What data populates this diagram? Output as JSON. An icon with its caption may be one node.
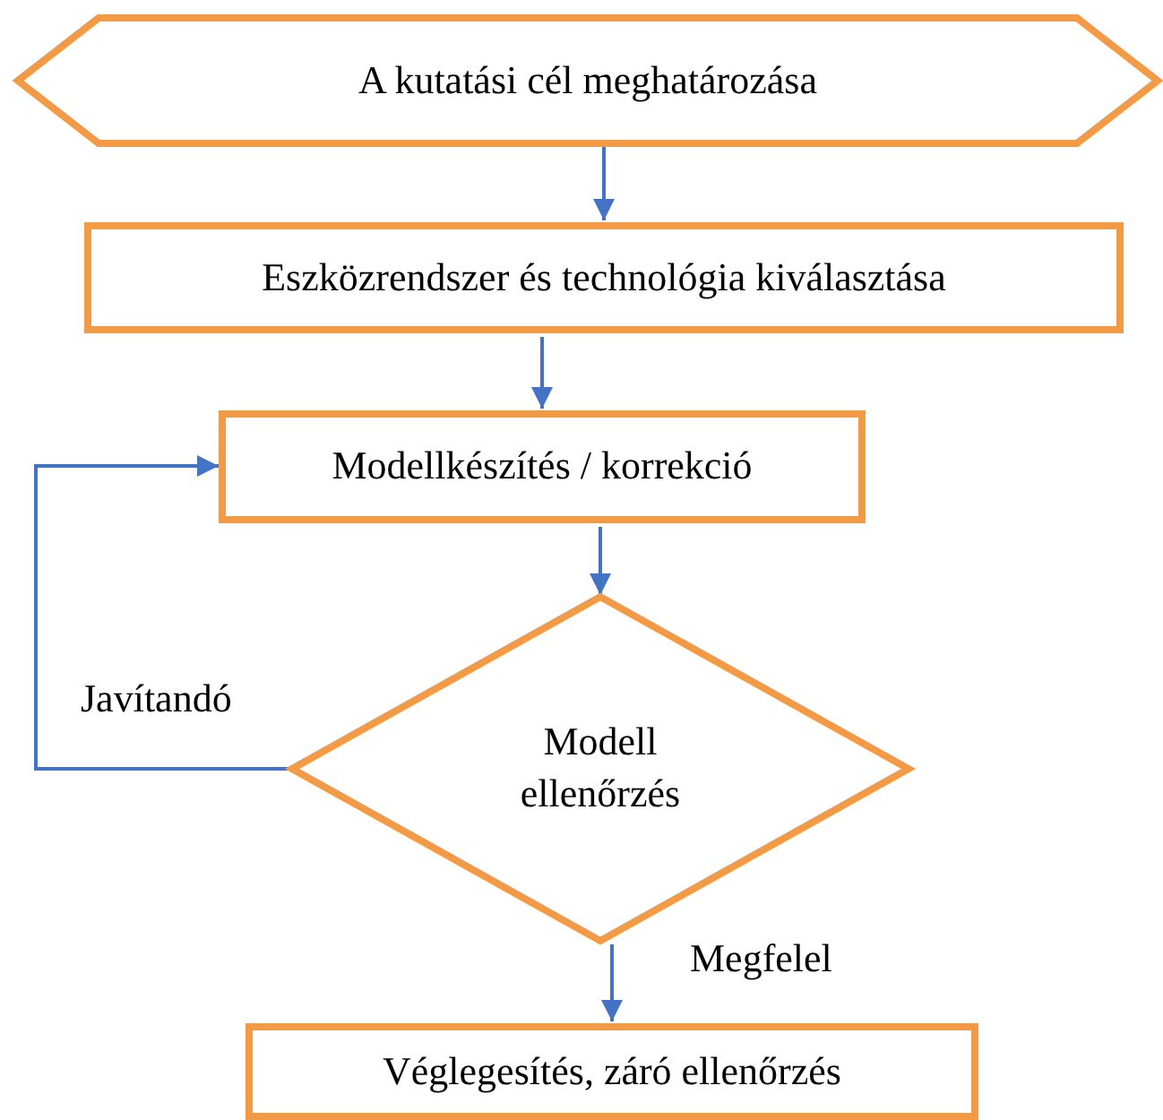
{
  "diagram": {
    "nodes": [
      {
        "text": [
          "A kutatási cél meghatározása"
        ]
      },
      {
        "text": [
          "Eszközrendszer és technológia kiválasztása"
        ]
      },
      {
        "text": [
          "Modellkészítés / korrekció"
        ]
      },
      {
        "text": [
          "Modell ellenőrzés"
        ]
      },
      {
        "text": [
          "Véglegesítés, záró ellenőrzés"
        ]
      }
    ],
    "edges": [
      {
        "from": 0,
        "to": 1,
        "arrow": "to"
      },
      {
        "from": 1,
        "to": 2,
        "arrow": "to"
      },
      {
        "from": 2,
        "to": 3,
        "arrow": "to"
      },
      {
        "from": 3,
        "to": 2,
        "arrow": "to",
        "label": "Javítandó"
      },
      {
        "from": 3,
        "to": 4,
        "arrow": "to",
        "label": "Megfelel"
      }
    ]
  }
}
